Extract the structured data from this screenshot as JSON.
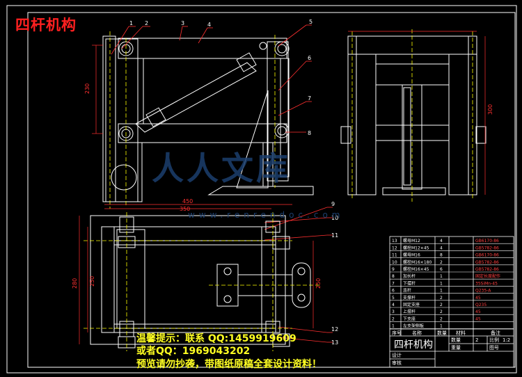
{
  "title": "四杆机构",
  "watermark": {
    "line1": "温馨提示：联系 QQ:1459919609",
    "line2": "或者QQ：1969043202",
    "line3": "预览请勿抄袭，带图纸原稿全套设计资料！"
  },
  "logo": {
    "text": "人人文库",
    "url": "www.renrendoc.com"
  },
  "part_callouts": [
    "1",
    "2",
    "3",
    "4",
    "5",
    "6",
    "7",
    "8",
    "9",
    "10",
    "11",
    "12",
    "13"
  ],
  "dimensions": {
    "front_height": "230",
    "front_width_top": "450",
    "front_width_bottom": "350",
    "side_height": "300",
    "top_height_outer": "280",
    "top_height_inner": "250",
    "top_height_right": "250"
  },
  "title_block": {
    "name": "四杆机构",
    "scale": "1:2",
    "header_row": [
      "序号",
      "名称",
      "数量",
      "材料",
      "备注"
    ],
    "labels": {
      "designer": "设计",
      "checker": "审核",
      "quantity": "数量",
      "weight": "重量",
      "scale_label": "比例",
      "drawing_no": "图号",
      "qty_value": "2"
    },
    "rows": [
      {
        "no": "13",
        "name": "螺母M12",
        "qty": "4",
        "std": "GB6170-86"
      },
      {
        "no": "12",
        "name": "螺栓M12×45",
        "qty": "4",
        "std": "GB5782-86"
      },
      {
        "no": "11",
        "name": "螺母M16",
        "qty": "8",
        "std": "GB6170-86"
      },
      {
        "no": "10",
        "name": "螺栓M16×180",
        "qty": "2",
        "std": "GB5782-86"
      },
      {
        "no": "9",
        "name": "螺栓M16×45",
        "qty": "6",
        "std": "GB5782-86"
      },
      {
        "no": "8",
        "name": "加长杆",
        "qty": "1",
        "std": "固定长度配作"
      },
      {
        "no": "7",
        "name": "下摆杆",
        "qty": "1",
        "std": "35SiMn-45"
      },
      {
        "no": "6",
        "name": "连杆",
        "qty": "1",
        "std": "Q235-A"
      },
      {
        "no": "5",
        "name": "支撑杆",
        "qty": "2",
        "std": "45"
      },
      {
        "no": "4",
        "name": "固定支座",
        "qty": "2",
        "std": "Q235"
      },
      {
        "no": "3",
        "name": "上摆杆",
        "qty": "2",
        "std": "45"
      },
      {
        "no": "2",
        "name": "下支座",
        "qty": "2",
        "std": "45"
      },
      {
        "no": "1",
        "name": "左支架侧板",
        "qty": "1",
        "std": ""
      }
    ]
  },
  "colors": {
    "background": "#000000",
    "frame": "#ffffff",
    "centerline": "#ffff00",
    "leader": "#ff3030",
    "dimension": "#ff3030",
    "logo": "#1c3f6e"
  }
}
